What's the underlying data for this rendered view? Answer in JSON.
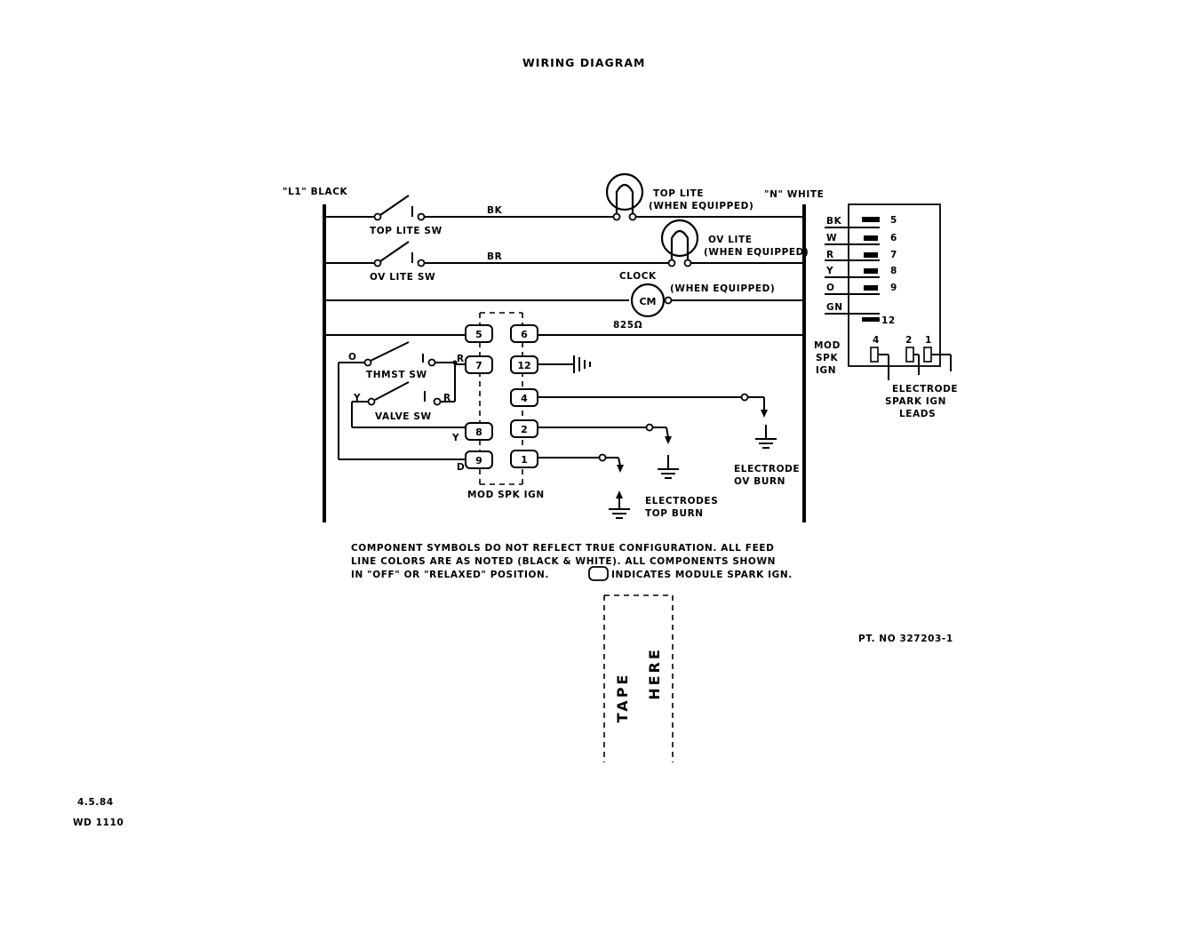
{
  "title": "WIRING DIAGRAM",
  "lines": {
    "l1": "\"L1\" BLACK",
    "n": "\"N\" WHITE"
  },
  "lamps": {
    "top_lite": [
      "TOP LITE",
      "(WHEN EQUIPPED)"
    ],
    "ov_lite": [
      "OV LITE",
      "(WHEN EQUIPPED)"
    ],
    "clock": [
      "CLOCK",
      "(WHEN EQUIPPED)"
    ]
  },
  "switches": {
    "top_lite": "TOP LITE SW",
    "ov_lite": "OV LITE SW",
    "thermostat": "THMST SW",
    "valve": "VALVE SW"
  },
  "wire_colors": {
    "bk": "BK",
    "br": "BR",
    "o": "O",
    "y": "Y",
    "r": "R",
    "d": "D"
  },
  "clock_symbol": "CM",
  "resistor": "825Ω",
  "module_label": "MOD SPK IGN",
  "module_terminals": {
    "left": [
      "5",
      "7",
      "8",
      "9"
    ],
    "right": [
      "6",
      "12",
      "4",
      "2",
      "1"
    ]
  },
  "side_label": [
    "MOD",
    "SPK",
    "IGN"
  ],
  "connector": {
    "wires": [
      "BK",
      "W",
      "R",
      "Y",
      "O",
      "GN"
    ],
    "pins": [
      "5",
      "6",
      "7",
      "8",
      "9",
      "12"
    ],
    "lead_numbers": [
      "4",
      "2",
      "1"
    ],
    "leads_label": [
      "ELECTRODE",
      "SPARK IGN",
      "LEADS"
    ]
  },
  "electrodes": {
    "top_burn": [
      "ELECTRODES",
      "TOP BURN"
    ],
    "ov_burn": [
      "ELECTRODE",
      "OV BURN"
    ]
  },
  "notes": [
    "COMPONENT SYMBOLS DO NOT REFLECT TRUE CONFIGURATION.  ALL FEED",
    "LINE COLORS ARE AS NOTED (BLACK & WHITE).  ALL COMPONENTS SHOWN",
    "IN \"OFF\" OR \"RELAXED\" POSITION.",
    "INDICATES MODULE SPARK IGN."
  ],
  "tape": [
    "TAPE",
    "HERE"
  ],
  "part_no": "PT. NO 327203-1",
  "footer": [
    "4.5.84",
    "WD 1110"
  ]
}
